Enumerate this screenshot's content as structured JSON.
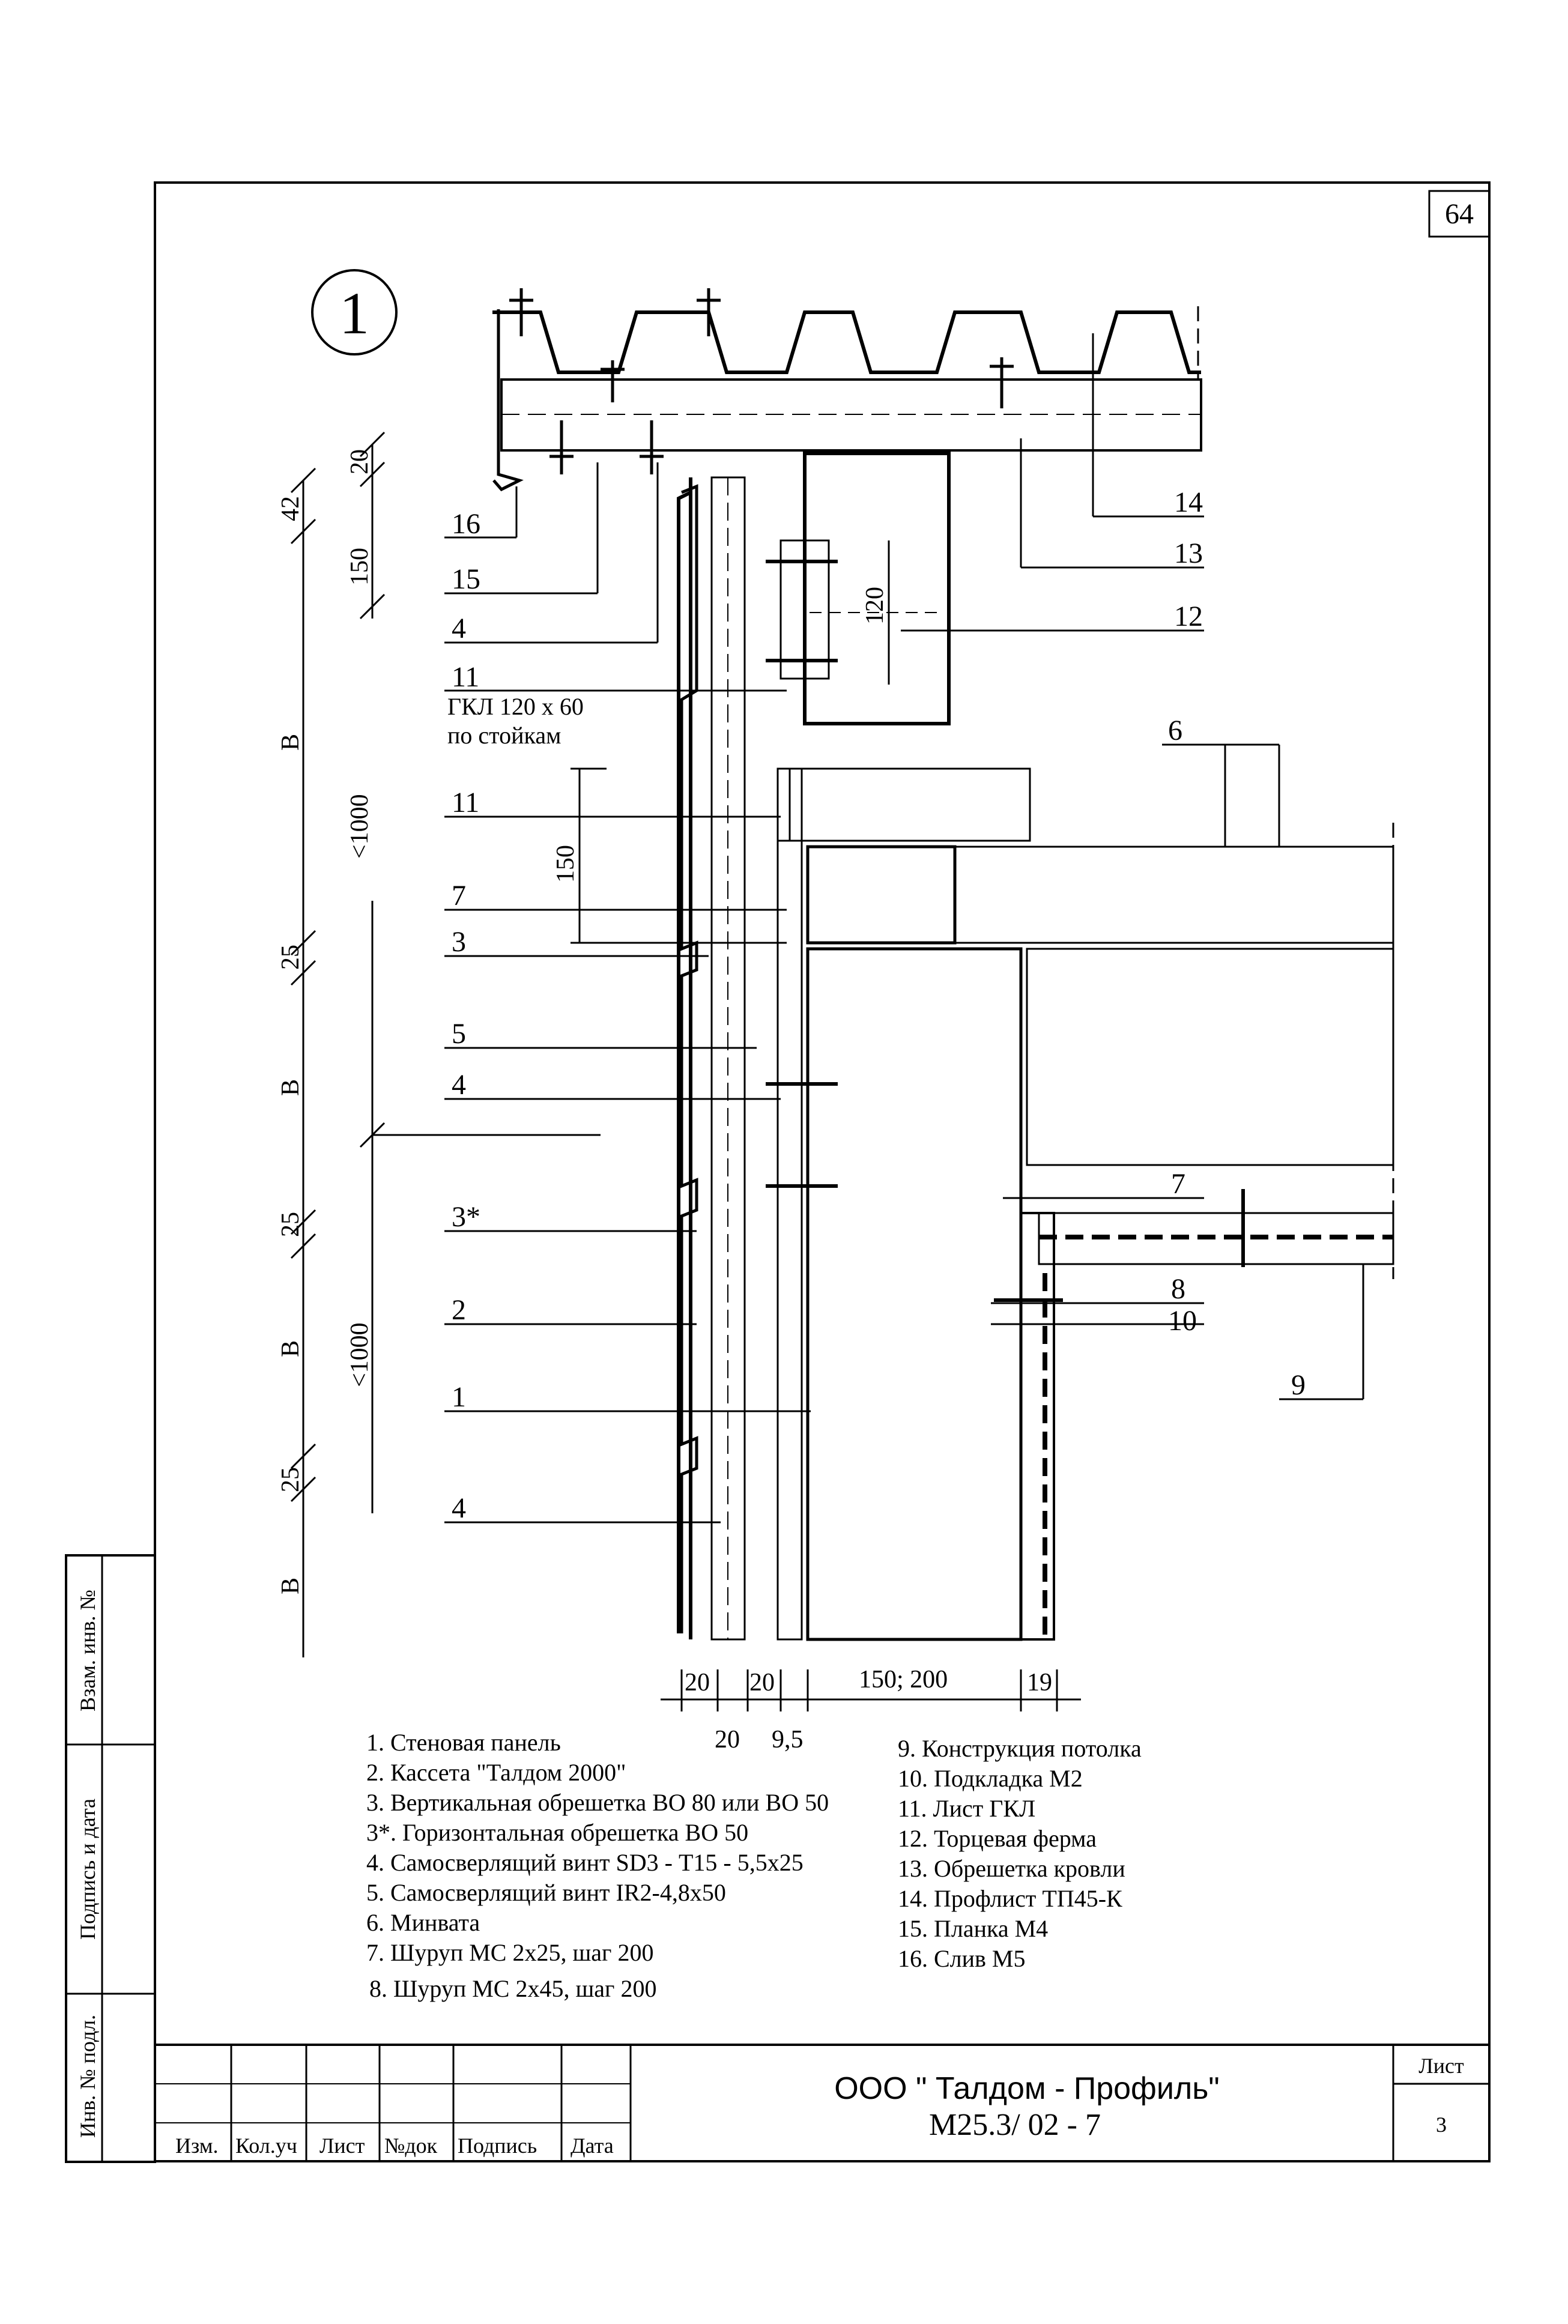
{
  "sheet_number": "64",
  "detail_number": "1",
  "callouts": [
    "16",
    "15",
    "4",
    "11",
    "11",
    "7",
    "3",
    "5",
    "4",
    "3*",
    "2",
    "1",
    "4",
    "14",
    "13",
    "12",
    "6",
    "7",
    "8",
    "10",
    "9"
  ],
  "gkl_note": [
    "ГКЛ 120 х 60",
    "по стойкам"
  ],
  "dims": {
    "left_vertical": [
      "20",
      "42",
      "150",
      "В",
      "25",
      "В",
      "25",
      "В",
      "25",
      "В"
    ],
    "left_bracket": [
      "<1000",
      "<1000"
    ],
    "inner": [
      "150",
      "120"
    ],
    "bottom": [
      "20",
      "20",
      "150; 200",
      "19"
    ],
    "bottom_sub": [
      "20",
      "9,5"
    ]
  },
  "legend_left": [
    "1. Стеновая панель",
    "2. Кассета \"Талдом 2000\"",
    "3. Вертикальная обрешетка ВО 80 или ВО 50",
    "3*. Горизонтальная обрешетка  ВО 50",
    "4. Самосверлящий винт SD3 - Т15 - 5,5x25",
    "5. Самосверлящий винт IR2-4,8x50",
    "6. Минвата",
    "7. Шуруп МС 2x25, шаг 200",
    "8. Шуруп МС 2x45, шаг 200"
  ],
  "legend_right": [
    "9. Конструкция потолка",
    "10. Подкладка М2",
    "11. Лист ГКЛ",
    "12. Торцевая ферма",
    "13. Обрешетка кровли",
    "14. Профлист ТП45-К",
    "15. Планка М4",
    "16. Слив М5"
  ],
  "side_stamp": [
    "Взам. инв. №",
    "Подпись и дата",
    "Инв. № подл."
  ],
  "title_block": {
    "columns": [
      "Изм.",
      "Кол.уч",
      "Лист",
      "№док",
      "Подпись",
      "Дата"
    ],
    "company": "ООО \" Талдом - Профиль\"",
    "code": "М25.3/ 02 - 7",
    "sheet_label": "Лист",
    "sheet_value": "3"
  }
}
